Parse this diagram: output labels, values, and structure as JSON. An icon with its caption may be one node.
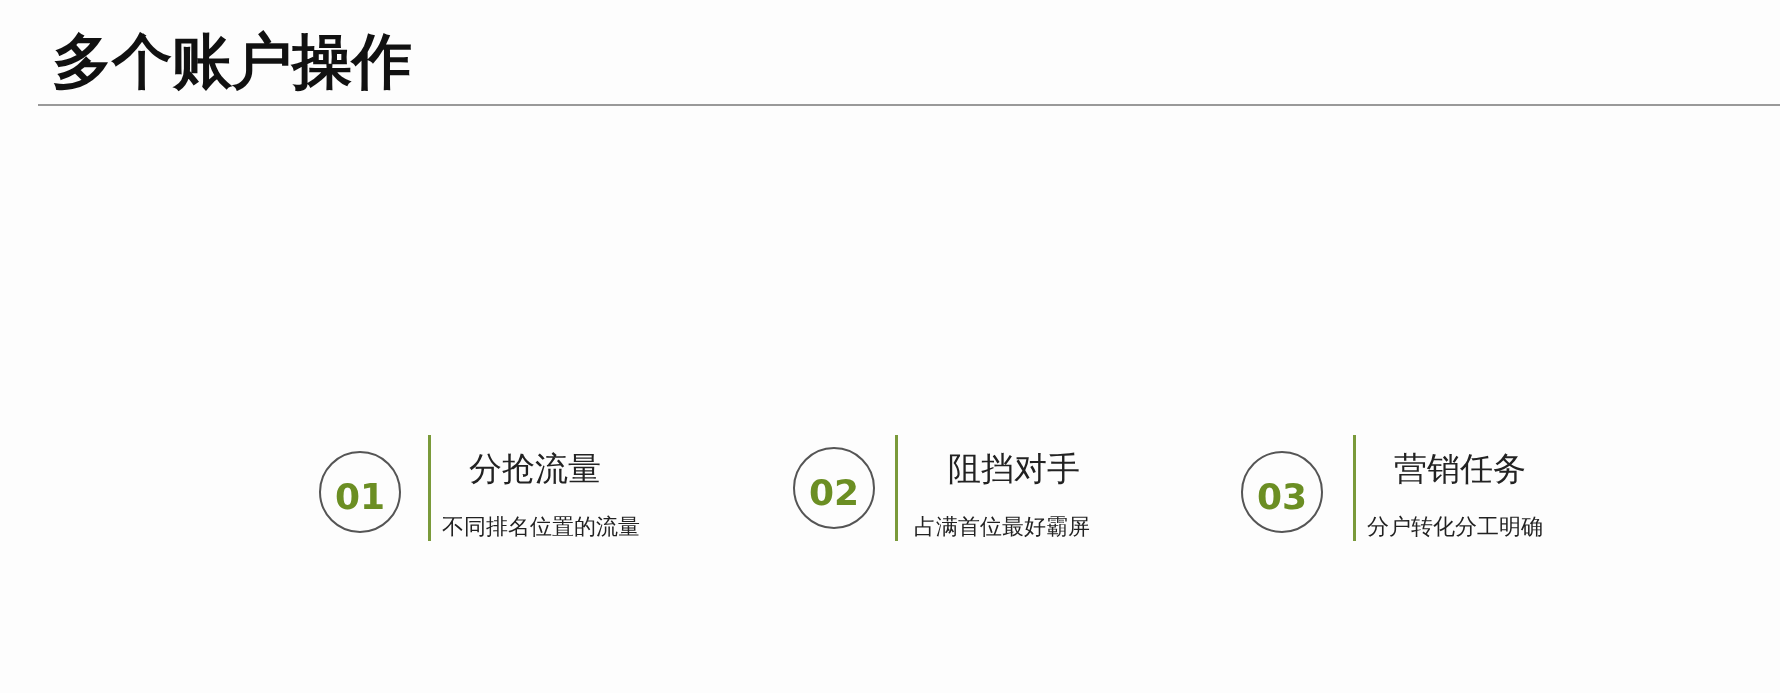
{
  "diagram": {
    "title": "多个账户操作",
    "nodes": [
      {
        "text": [
          "01"
        ],
        "beside": [
          "分抢流量",
          "不同排名位置的流量"
        ]
      },
      {
        "text": [
          "02"
        ],
        "beside": [
          "阻挡对手",
          "占满首位最好霸屏"
        ]
      },
      {
        "text": [
          "03"
        ],
        "beside": [
          "营销任务",
          "分户转化分工明确"
        ]
      }
    ]
  }
}
